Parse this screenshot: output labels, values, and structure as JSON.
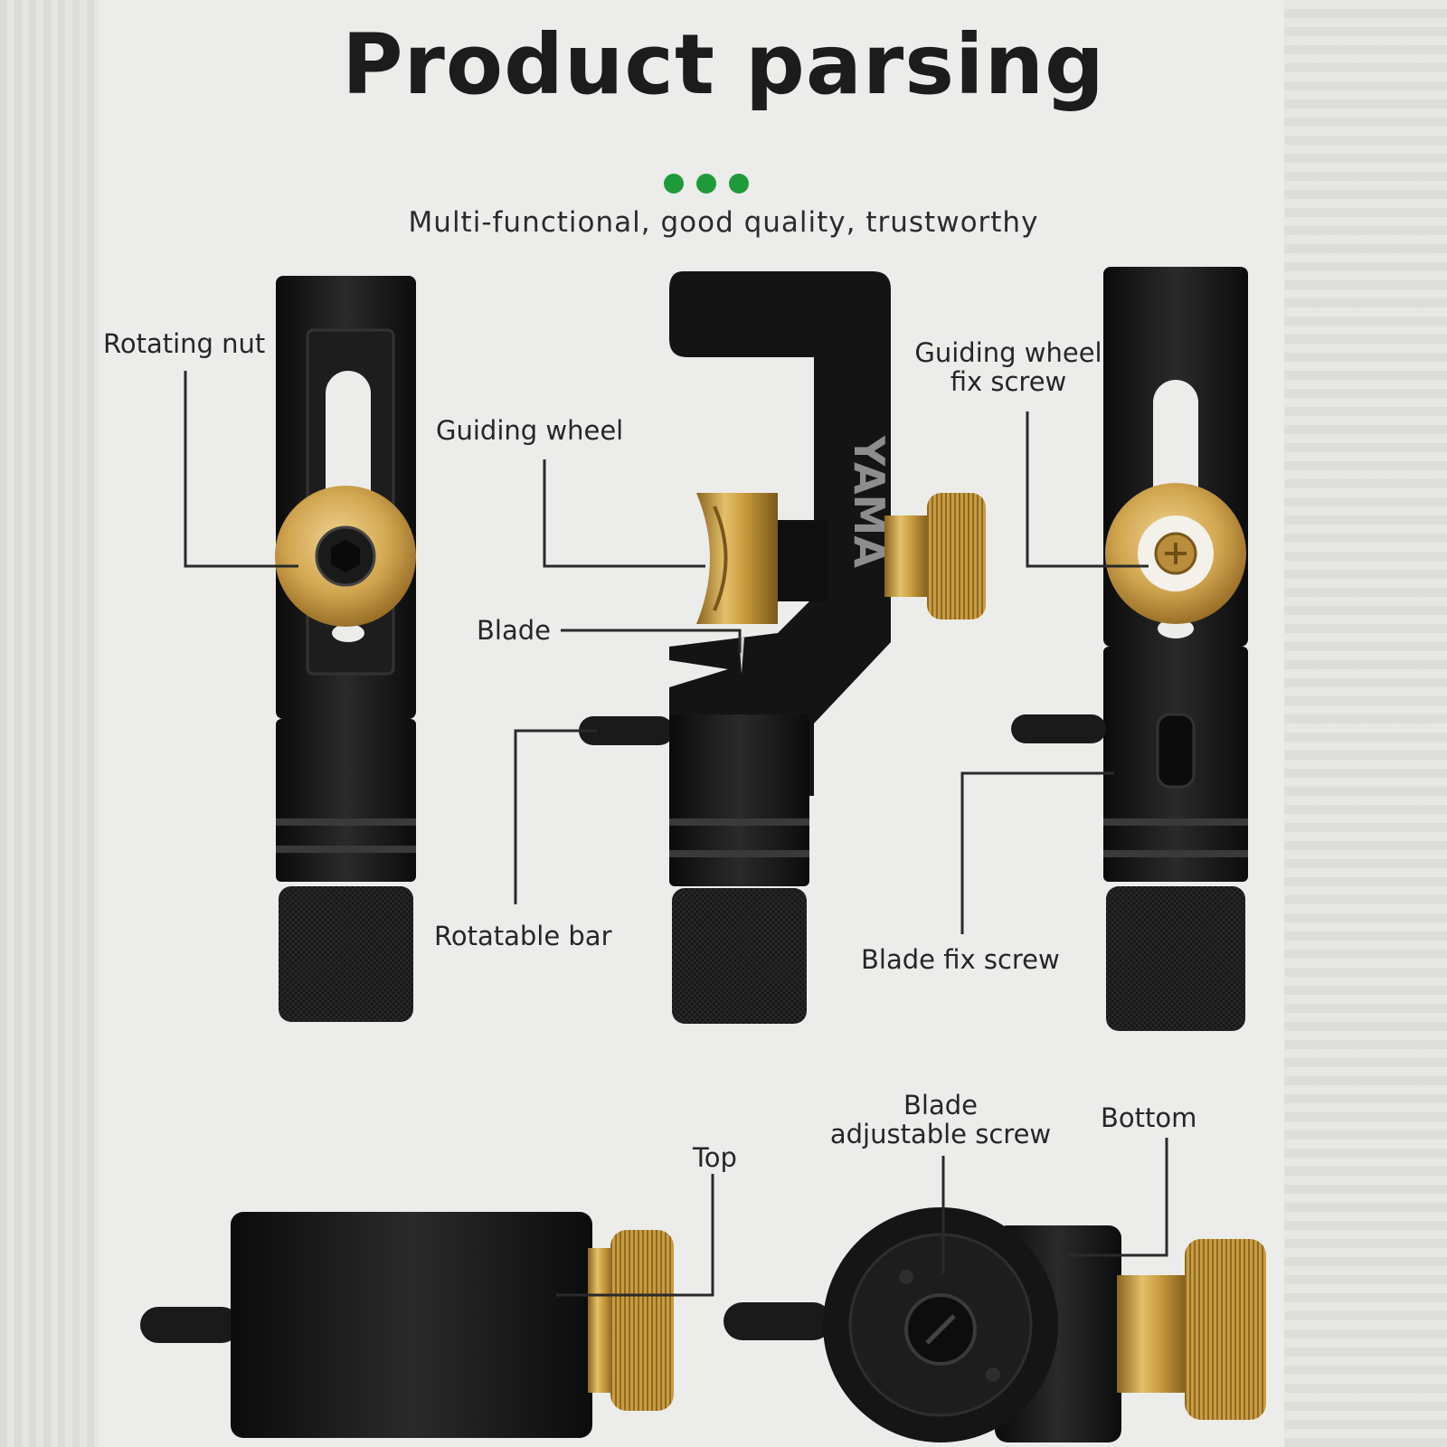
{
  "title": "Product parsing",
  "subtitle": "Multi-functional, good quality, trustworthy",
  "colors": {
    "accent_dots": "#1f9a3a",
    "tool_body": "#151515",
    "brass": "#c79a3c",
    "background": "#ececea"
  },
  "brand_mark": "YAMA",
  "labels": {
    "rotating_nut": "Rotating nut",
    "guiding_wheel": "Guiding wheel",
    "guiding_wheel_fix_screw_line1": "Guiding wheel",
    "guiding_wheel_fix_screw_line2": "fix screw",
    "blade": "Blade",
    "rotatable_bar": "Rotatable bar",
    "blade_fix_screw": "Blade fix screw",
    "top": "Top",
    "blade_adjustable_screw_line1": "Blade",
    "blade_adjustable_screw_line2": "adjustable screw",
    "bottom": "Bottom"
  }
}
